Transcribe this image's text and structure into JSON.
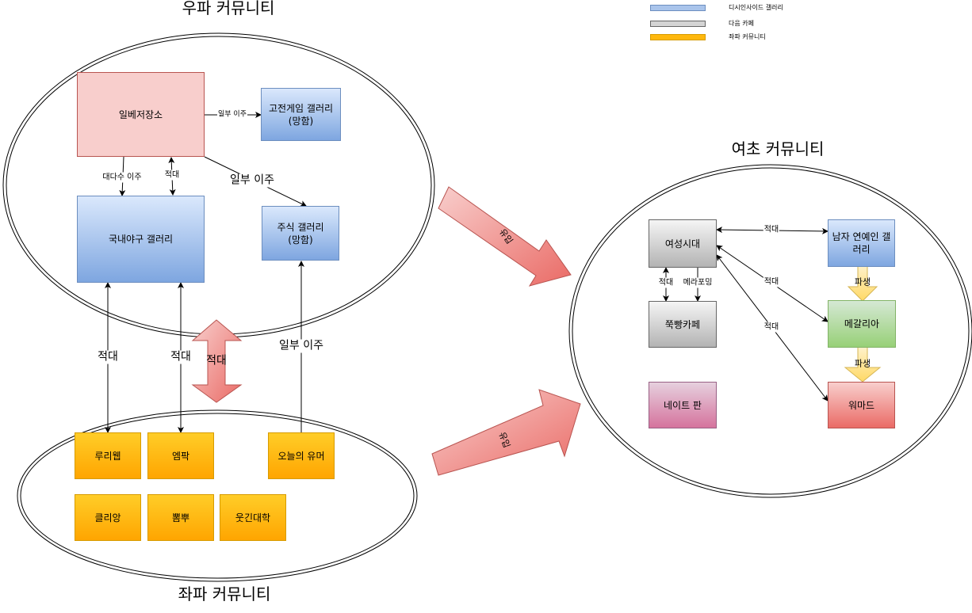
{
  "titles": {
    "right": "우파 커뮤니티",
    "left": "좌파 커뮤니티",
    "feminist": "여초 커뮤니티"
  },
  "legend": [
    {
      "label": "디시인사이드 갤러리",
      "color": "#a9c4eb",
      "border": "#6c8ebf"
    },
    {
      "label": "다음 카페",
      "color": "#d4d4d4",
      "border": "#666666"
    },
    {
      "label": "좌파 커뮤니티",
      "color": "#ffb80d",
      "border": "#d79b00"
    }
  ],
  "nodes": {
    "ilbe": "일베저장소",
    "retro_game": "고전게임 갤러리\n(망함)",
    "kbaseball": "국내야구 갤러리",
    "stock": "주식 갤러리\n(망함)",
    "snsd": "여성시대",
    "male_celeb": "남자 연예인 갤러리",
    "ssukbbang": "쭉빵카페",
    "megalia": "메갈리아",
    "nate": "네이트 판",
    "womad": "워마드",
    "ruliweb": "루리웹",
    "mlbpark": "엠팍",
    "todayhumor": "오늘의 유머",
    "clien": "클리앙",
    "ppomppu": "뽐뿌",
    "humoruniv": "웃긴대학"
  },
  "edge_labels": {
    "partial_move": "일부 이주",
    "majority_move": "대다수 이주",
    "hostile": "적대",
    "mirroring": "메라포밍",
    "derived": "파생",
    "big_arrow": "유입"
  }
}
